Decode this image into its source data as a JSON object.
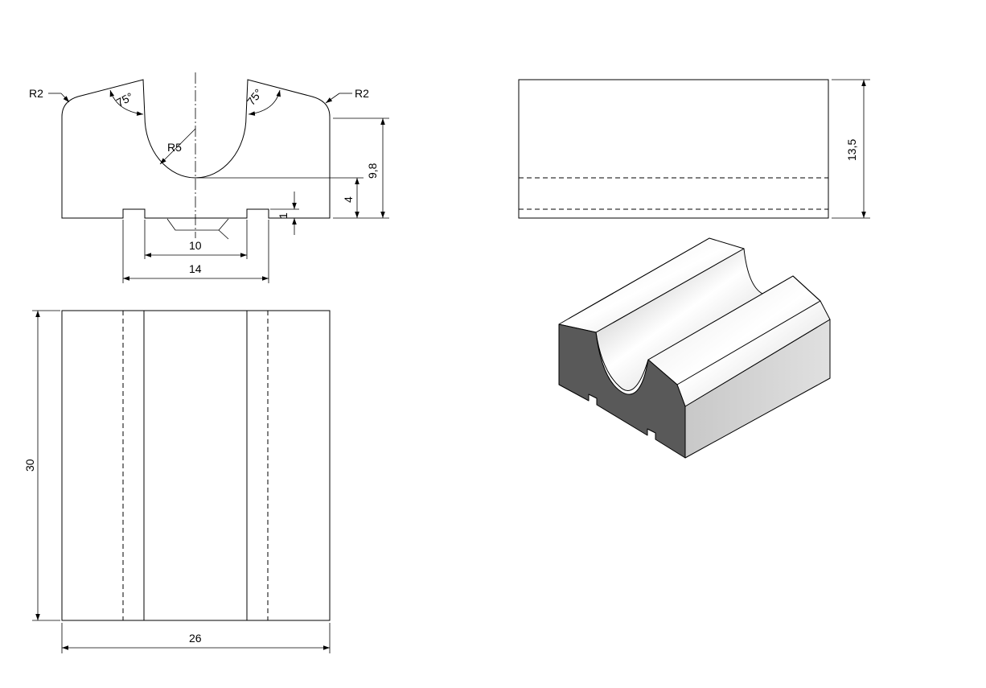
{
  "drawing": {
    "front_view": {
      "left_radius_label": "R2",
      "right_radius_label": "R2",
      "left_angle_label": "75°",
      "right_angle_label": "75°",
      "slot_radius_label": "R5",
      "groove_height_label": "1",
      "slot_floor_height_label": "4",
      "shoulder_height_label": "9,8",
      "groove_inner_width_label": "10",
      "groove_outer_width_label": "14"
    },
    "top_view": {
      "length_label": "30",
      "width_label": "26"
    },
    "side_view": {
      "height_label": "13,5"
    },
    "colors": {
      "line": "#000000",
      "iso_dark_face": "#5a5a5a",
      "iso_light_face": "#d9d9d9",
      "iso_top_face": "#efefef"
    }
  }
}
